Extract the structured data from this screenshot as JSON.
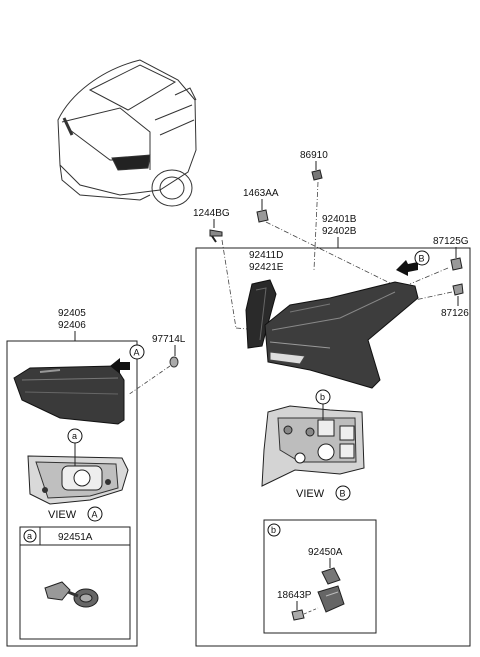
{
  "parts": {
    "p86910": "86910",
    "p1463AA": "1463AA",
    "p1244BG": "1244BG",
    "p92401B": "92401B",
    "p92402B": "92402B",
    "p87125G": "87125G",
    "p92411D": "92411D",
    "p92421E": "92421E",
    "p87126": "87126",
    "p92405": "92405",
    "p92406": "92406",
    "p97714L": "97714L",
    "p92451A": "92451A",
    "p92450A": "92450A",
    "p18643P": "18643P"
  },
  "views": {
    "view_a": "VIEW",
    "view_b": "VIEW"
  },
  "callouts": {
    "A": "A",
    "B": "B",
    "a": "a",
    "b": "b"
  }
}
